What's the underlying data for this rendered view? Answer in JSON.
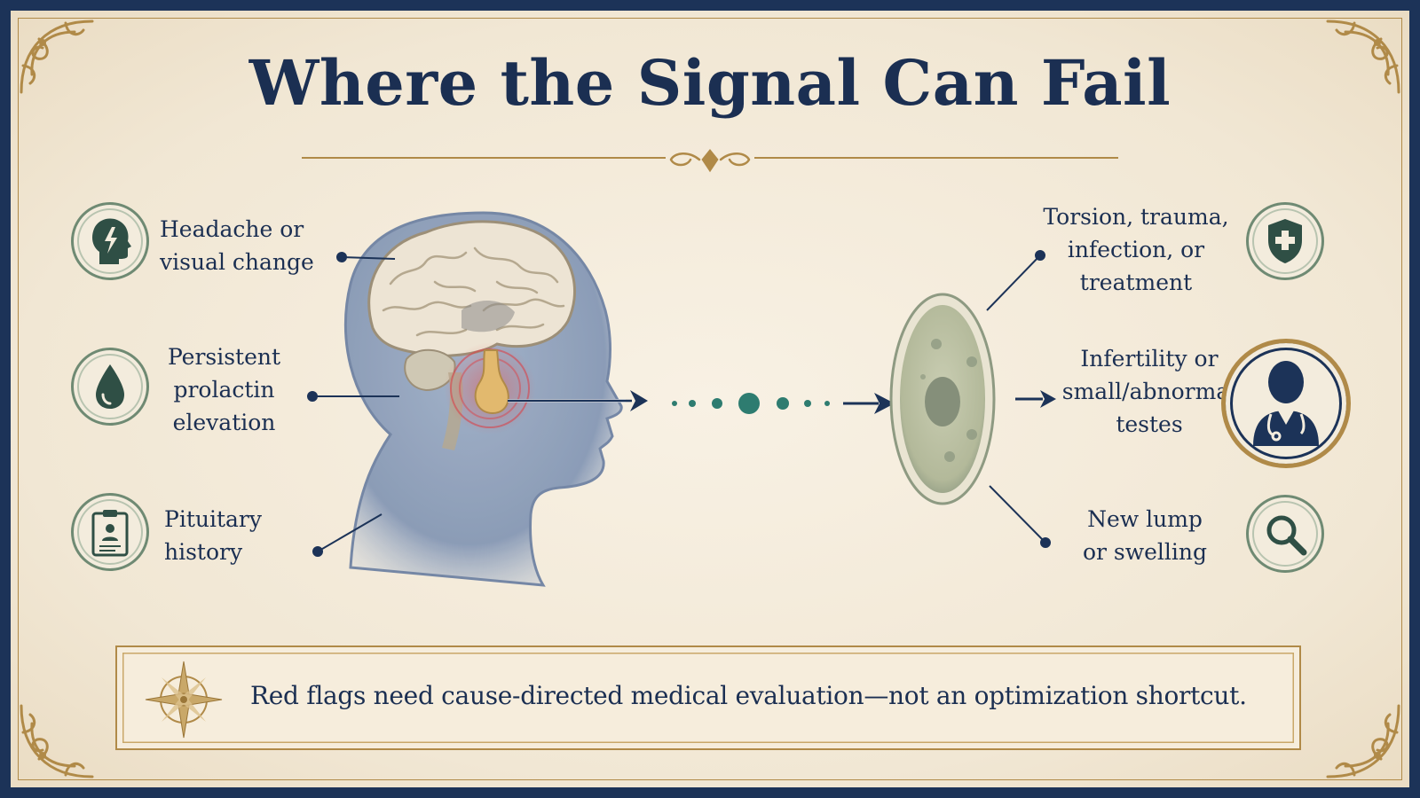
{
  "title": "Where the Signal Can Fail",
  "left_items": [
    {
      "lines": [
        "Headache or",
        "visual change"
      ],
      "icon": "head-lightning-icon"
    },
    {
      "lines": [
        "Persistent",
        "prolactin",
        "elevation"
      ],
      "icon": "drop-icon"
    },
    {
      "lines": [
        "Pituitary",
        "history"
      ],
      "icon": "clipboard-icon"
    }
  ],
  "right_items": [
    {
      "lines": [
        "Torsion, trauma,",
        "infection, or",
        "treatment"
      ],
      "icon": "shield-cross-icon"
    },
    {
      "lines": [
        "Infertility or",
        "small/abnormal",
        "testes"
      ],
      "icon": "doctor-icon"
    },
    {
      "lines": [
        "New lump",
        "or swelling"
      ],
      "icon": "magnifier-icon"
    }
  ],
  "banner": {
    "text": "Red flags need cause-directed medical evaluation—not an optimization shortcut.",
    "icon": "compass-rose-icon"
  },
  "colors": {
    "navy": "#1c3358",
    "gold": "#b08a48",
    "sage": "#6f8a73",
    "teal": "#2e7c70",
    "alert_red": "#d9434a",
    "parchment": "#f4ecdc"
  }
}
